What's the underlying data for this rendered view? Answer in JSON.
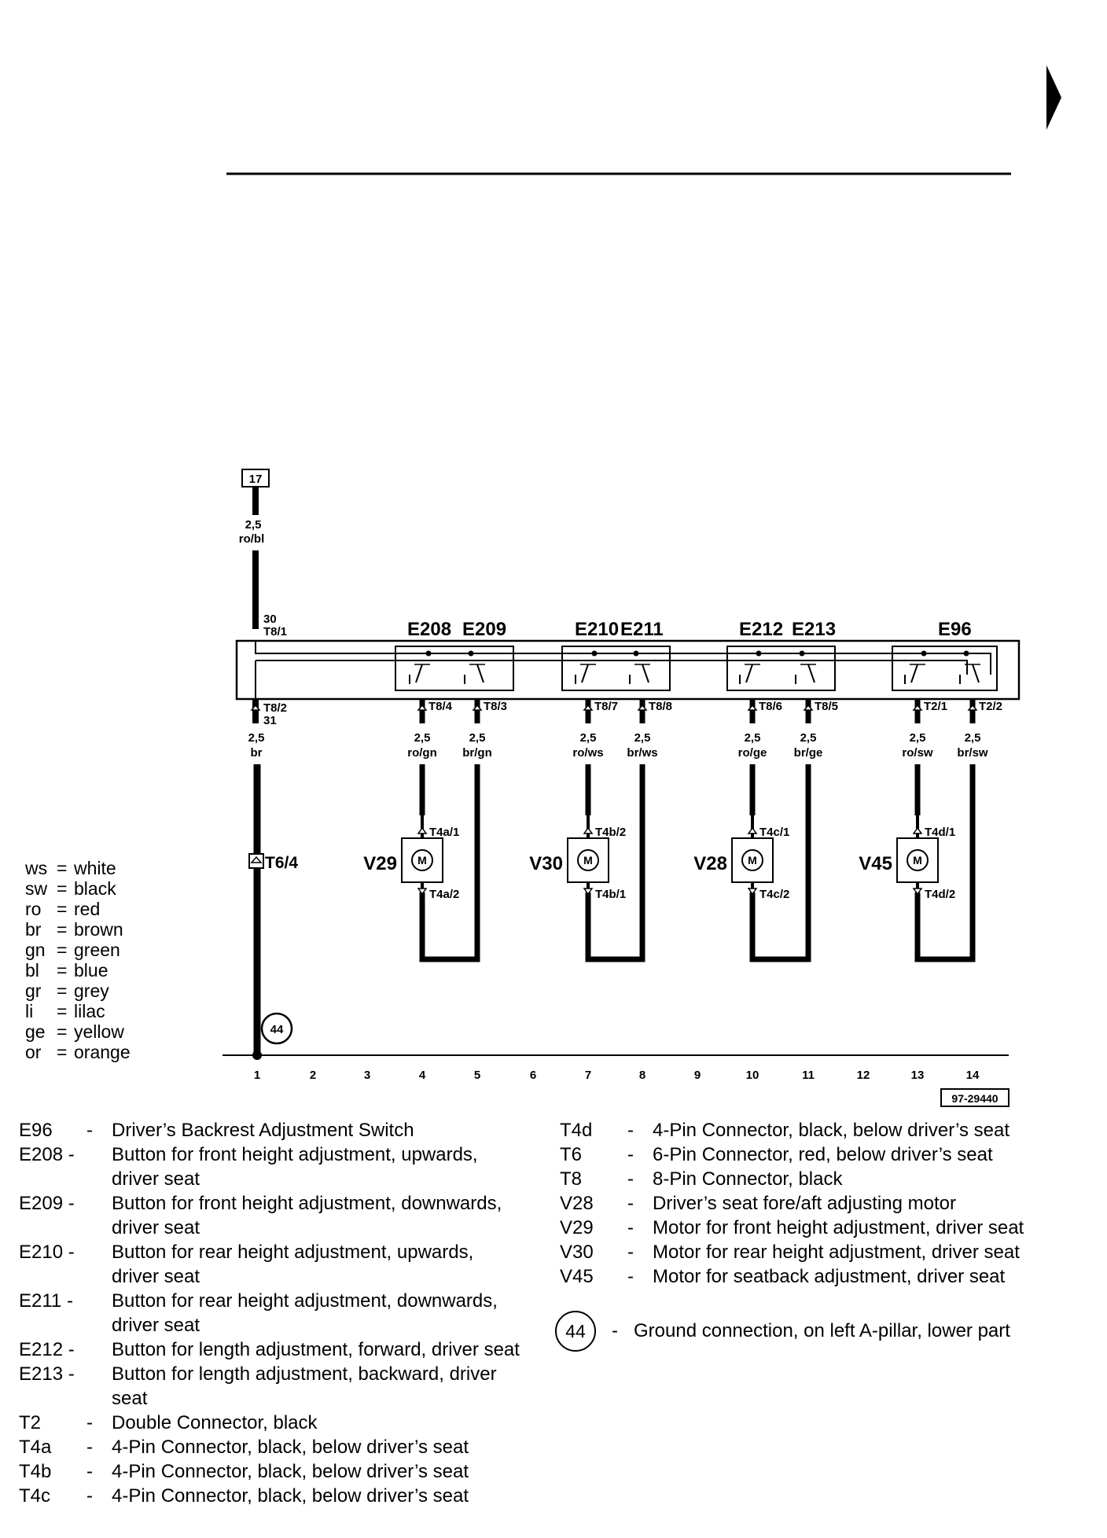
{
  "diagram": {
    "terminal_top": "17",
    "wire_in": {
      "size": "2,5",
      "color": "ro/bl"
    },
    "t8_1": {
      "pin": "30",
      "label": "T8/1"
    },
    "t8_2": {
      "label": "T8/2",
      "pin": "31"
    },
    "wire_gnd": {
      "size": "2,5",
      "color": "br"
    },
    "t6": "T6/4",
    "ground_ref": "44",
    "ref_number": "97-29440",
    "switches": {
      "e208": "E208",
      "e209": "E209",
      "e210": "E210",
      "e211": "E211",
      "e212": "E212",
      "e213": "E213",
      "e96": "E96"
    },
    "channels": [
      {
        "up_pin": "T8/4",
        "up_size": "2,5",
        "up_color": "ro/gn",
        "dn_pin": "T8/3",
        "dn_size": "2,5",
        "dn_color": "br/gn",
        "motor": "V29",
        "motor_pin_top": "T4a/1",
        "motor_pin_bot": "T4a/2"
      },
      {
        "up_pin": "T8/7",
        "up_size": "2,5",
        "up_color": "ro/ws",
        "dn_pin": "T8/8",
        "dn_size": "2,5",
        "dn_color": "br/ws",
        "motor": "V30",
        "motor_pin_top": "T4b/2",
        "motor_pin_bot": "T4b/1"
      },
      {
        "up_pin": "T8/6",
        "up_size": "2,5",
        "up_color": "ro/ge",
        "dn_pin": "T8/5",
        "dn_size": "2,5",
        "dn_color": "br/ge",
        "motor": "V28",
        "motor_pin_top": "T4c/1",
        "motor_pin_bot": "T4c/2"
      },
      {
        "up_pin": "T2/1",
        "up_size": "2,5",
        "up_color": "ro/sw",
        "dn_pin": "T2/2",
        "dn_size": "2,5",
        "dn_color": "br/sw",
        "motor": "V45",
        "motor_pin_top": "T4d/1",
        "motor_pin_bot": "T4d/2"
      }
    ],
    "motor_symbol": "M",
    "track_numbers": [
      "1",
      "2",
      "3",
      "4",
      "5",
      "6",
      "7",
      "8",
      "9",
      "10",
      "11",
      "12",
      "13",
      "14"
    ]
  },
  "color_codes": [
    {
      "code": "ws",
      "name": "white"
    },
    {
      "code": "sw",
      "name": "black"
    },
    {
      "code": "ro",
      "name": "red"
    },
    {
      "code": "br",
      "name": "brown"
    },
    {
      "code": "gn",
      "name": "green"
    },
    {
      "code": "bl",
      "name": "blue"
    },
    {
      "code": "gr",
      "name": "grey"
    },
    {
      "code": "li",
      "name": "lilac"
    },
    {
      "code": "ge",
      "name": "yellow"
    },
    {
      "code": "or",
      "name": "orange"
    }
  ],
  "legend_left": [
    {
      "code": "E96",
      "desc": "Driver’s Backrest Adjustment Switch"
    },
    {
      "code": "E208 -",
      "desc": "Button for front height adjustment, upwards, driver seat"
    },
    {
      "code": "E209 -",
      "desc": "Button for front height adjustment, downwards, driver seat"
    },
    {
      "code": "E210 -",
      "desc": "Button for rear height adjustment, upwards, driver seat"
    },
    {
      "code": "E211 -",
      "desc": "Button for rear height adjustment, downwards, driver seat"
    },
    {
      "code": "E212 -",
      "desc": "Button for length adjustment, forward, driver seat"
    },
    {
      "code": "E213 -",
      "desc": "Button for length adjustment, backward, driver seat"
    },
    {
      "code": "T2",
      "desc": "Double Connector, black"
    },
    {
      "code": "T4a",
      "desc": "4-Pin Connector, black, below driver’s seat"
    },
    {
      "code": "T4b",
      "desc": "4-Pin Connector, black, below driver’s seat"
    },
    {
      "code": "T4c",
      "desc": "4-Pin Connector, black, below driver’s seat"
    }
  ],
  "legend_right": [
    {
      "code": "T4d",
      "desc": "4-Pin Connector, black, below driver’s seat"
    },
    {
      "code": "T6",
      "desc": "6-Pin Connector,  red, below driver’s seat"
    },
    {
      "code": "T8",
      "desc": "8-Pin Connector, black"
    },
    {
      "code": "V28",
      "desc": "Driver’s seat fore/aft adjusting motor"
    },
    {
      "code": "V29",
      "desc": "Motor for front height adjustment, driver seat"
    },
    {
      "code": "V30",
      "desc": "Motor for rear height adjustment, driver seat"
    },
    {
      "code": "V45",
      "desc": "Motor for seatback adjustment, driver seat"
    }
  ],
  "ground_legend": {
    "ref": "44",
    "desc": "Ground connection, on left A-pillar, lower part"
  }
}
